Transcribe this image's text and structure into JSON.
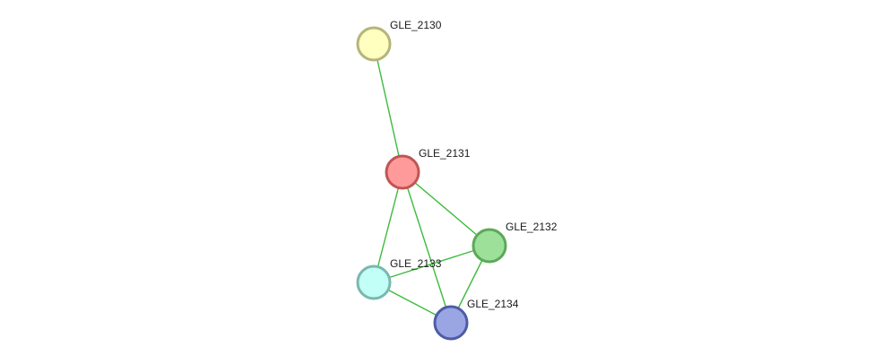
{
  "colors": {
    "edge": "#3dbb3d",
    "background": "#ffffff"
  },
  "nodes": [
    {
      "id": "GLE_2130",
      "label": "GLE_2130",
      "fill": "#ffffc0",
      "stroke": "#b5b57a"
    },
    {
      "id": "GLE_2131",
      "label": "GLE_2131",
      "fill": "#ff9a9a",
      "stroke": "#c05555"
    },
    {
      "id": "GLE_2132",
      "label": "GLE_2132",
      "fill": "#9de09a",
      "stroke": "#5da85a"
    },
    {
      "id": "GLE_2133",
      "label": "GLE_2133",
      "fill": "#c2fff6",
      "stroke": "#7ab8b0"
    },
    {
      "id": "GLE_2134",
      "label": "GLE_2134",
      "fill": "#9aa6e4",
      "stroke": "#4e5ca6"
    }
  ],
  "edges": [
    {
      "source": "GLE_2130",
      "target": "GLE_2131"
    },
    {
      "source": "GLE_2131",
      "target": "GLE_2132"
    },
    {
      "source": "GLE_2131",
      "target": "GLE_2133"
    },
    {
      "source": "GLE_2131",
      "target": "GLE_2134"
    },
    {
      "source": "GLE_2132",
      "target": "GLE_2133"
    },
    {
      "source": "GLE_2132",
      "target": "GLE_2134"
    },
    {
      "source": "GLE_2133",
      "target": "GLE_2134"
    }
  ]
}
